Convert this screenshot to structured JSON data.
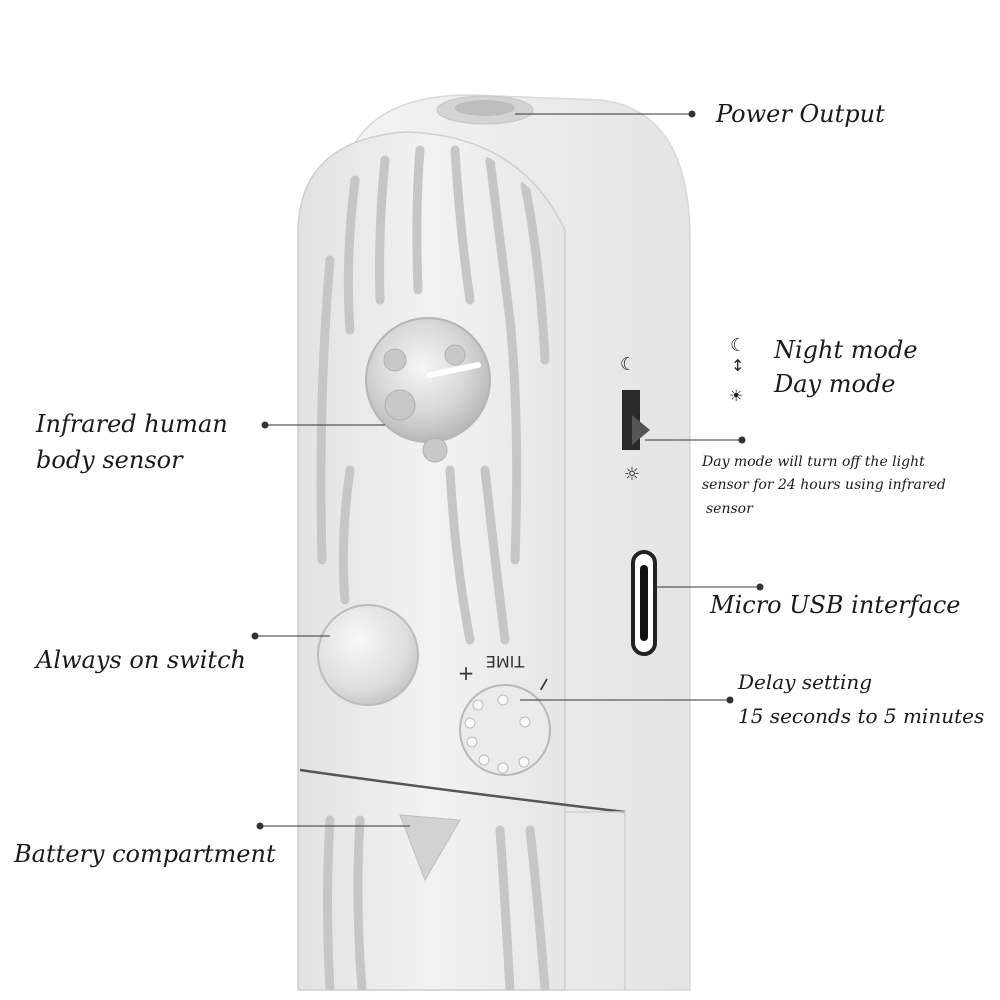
{
  "labels": {
    "power_output": "Power Output",
    "night_mode": "Night mode",
    "day_mode": "Day mode",
    "infrared_line1": "Infrared human",
    "infrared_line2": "body sensor",
    "day_mode_note_line1": "Day mode will turn off the light",
    "day_mode_note_line2": "sensor for 24 hours using infrared",
    "day_mode_note_line3": "sensor",
    "micro_usb": "Micro USB interface",
    "always_on": "Always on switch",
    "delay_line1": "Delay setting",
    "delay_line2": "15 seconds to 5 minutes",
    "battery": "Battery compartment"
  },
  "device_markings": {
    "time_dial": "TIME",
    "plus": "+",
    "minus": "−"
  },
  "icons": {
    "moon": "moon-icon",
    "sun": "sun-icon",
    "arrow": "up-down-arrow-icon"
  },
  "colors": {
    "device_body": "#ececec",
    "device_front": "#dcdcdc",
    "groove": "#c9c9c9",
    "leader_line": "#333333",
    "text": "#1a1a1a"
  }
}
